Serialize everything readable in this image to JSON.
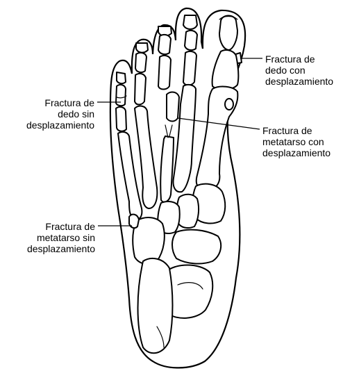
{
  "labels": {
    "toe_displaced": [
      "Fractura de",
      "dedo con",
      "desplazamiento"
    ],
    "toe_nondisplaced": [
      "Fractura de",
      "dedo sin",
      "desplazamiento"
    ],
    "metatarsal_displaced": [
      "Fractura de",
      "metatarso con",
      "desplazamiento"
    ],
    "metatarsal_nondisplaced": [
      "Fractura de",
      "metatarso sin",
      "desplazamiento"
    ]
  }
}
